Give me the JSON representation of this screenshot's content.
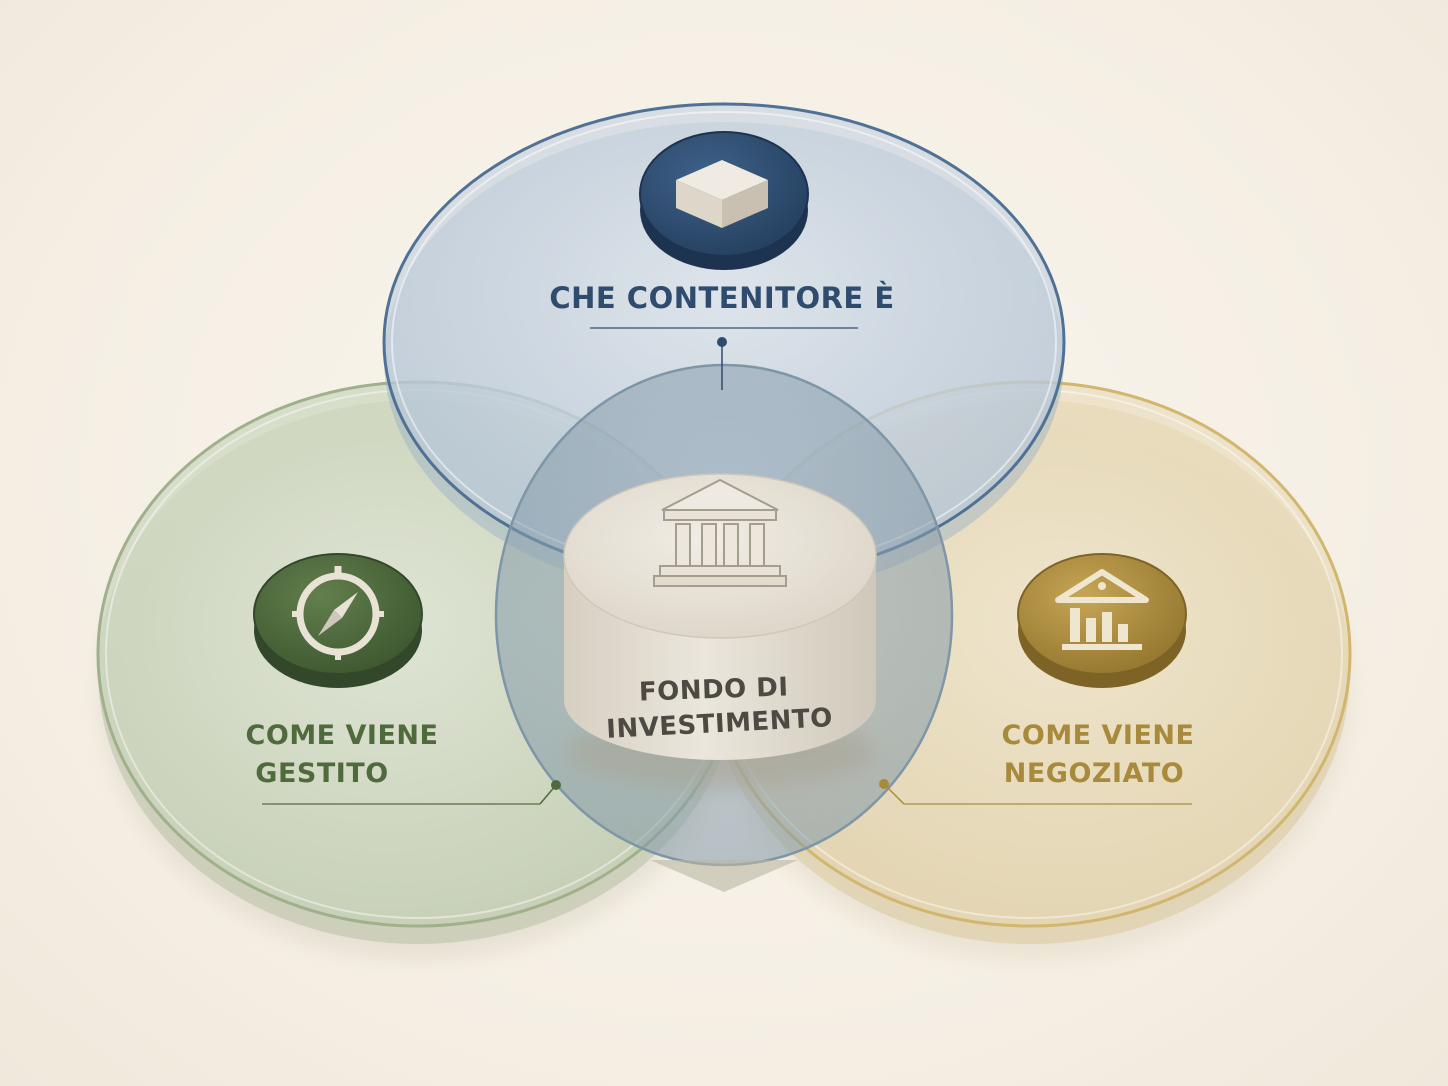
{
  "colors": {
    "background": "#f5efe4",
    "blue_accent": "#2f4c6e",
    "green_accent": "#4f6a3c",
    "gold_accent": "#a88a3c",
    "stone": "#e6e0d4"
  },
  "diagram": {
    "top_circle": {
      "label": "CHE CONTENITORE È",
      "icon": "box-icon"
    },
    "left_circle": {
      "label_line1": "COME VIENE",
      "label_line2": "GESTITO",
      "icon": "compass-icon"
    },
    "right_circle": {
      "label_line1": "COME VIENE",
      "label_line2": "NEGOZIATO",
      "icon": "bank-chart-icon"
    },
    "center": {
      "label_line1": "FONDO DI",
      "label_line2": "INVESTIMENTO",
      "icon": "temple-icon"
    }
  }
}
